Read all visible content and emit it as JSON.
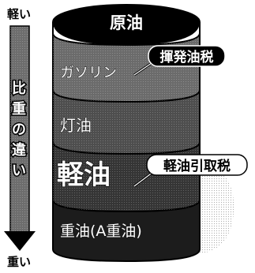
{
  "axis": {
    "top_label": "軽い",
    "bottom_label": "重い",
    "caption": "比重の違い"
  },
  "barrel": {
    "top_label": "原油",
    "layers": [
      {
        "label": "ガソリン",
        "tax": "揮発油税"
      },
      {
        "label": "灯油"
      },
      {
        "label": "軽油",
        "tax": "軽油引取税"
      },
      {
        "label": "重油(A重油)"
      }
    ]
  },
  "colors": {
    "band_1": "#6b6b6b",
    "band_2": "#4e4e4e",
    "band_3": "#353535",
    "band_4": "#1c1c1c",
    "text_light": "#ffffff",
    "outline": "#000000"
  }
}
